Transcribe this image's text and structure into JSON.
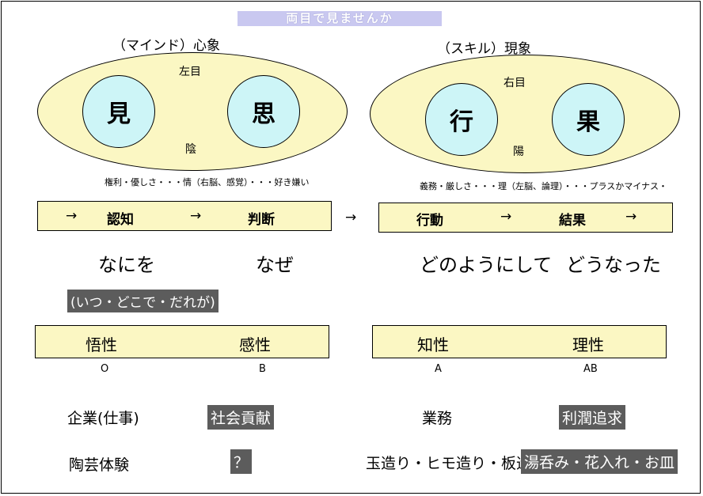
{
  "title": "両目で見ませんか",
  "left": {
    "heading": "（マインド）心象",
    "eye_top": "左目",
    "eye_bottom": "陰",
    "circle_1": "見",
    "circle_2": "思",
    "note": "権利・優しさ・・・情（右脳、感覚）・・・好き嫌い"
  },
  "right": {
    "heading": "（スキル）現象",
    "eye_top": "右目",
    "eye_bottom": "陽",
    "circle_1": "行",
    "circle_2": "果",
    "note": "義務・厳しさ・・・理（左脳、論理）・・・プラスかマイナス・"
  },
  "flow": {
    "arrow": "→",
    "step_1": "認知",
    "step_2": "判断",
    "step_3": "行動",
    "step_4": "結果"
  },
  "questions": {
    "q1": "なにを",
    "q2": "なぜ",
    "q3": "どのようにして",
    "q4": "どうなった",
    "sub": "(いつ・どこで・だれが)"
  },
  "traits": {
    "t1": "悟性",
    "t2": "感性",
    "t3": "知性",
    "t4": "理性"
  },
  "grades": {
    "g1": "O",
    "g2": "B",
    "g3": "A",
    "g4": "AB"
  },
  "examples": {
    "r1c1": "企業(仕事)",
    "r1c2": "社会貢献",
    "r1c3": "業務",
    "r1c4": "利潤追求",
    "r2c1": "陶芸体験",
    "r2c2": "？",
    "r2c3": "玉造り・ヒモ造り・板造り",
    "r2c4": "湯呑み・花入れ・お皿"
  },
  "colors": {
    "ellipse": "#fbf7c3",
    "circle": "#cdf5f7",
    "banner": "#c9c8f0",
    "dark_label": "#5c5c5c"
  }
}
